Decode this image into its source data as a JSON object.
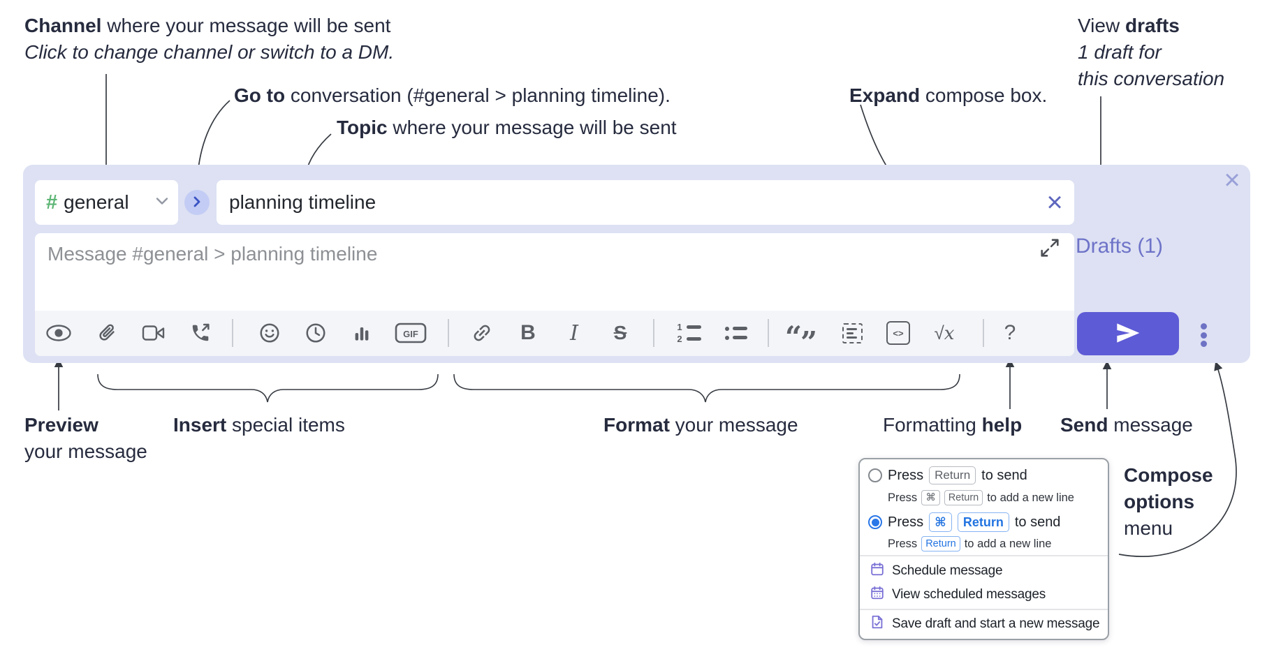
{
  "annotations": {
    "channel_line1_bold": "Channel",
    "channel_line1_rest": " where your message will be sent",
    "channel_line2": "Click to change channel or switch to a DM.",
    "goto_bold": "Go to",
    "goto_rest": " conversation (#general > planning timeline).",
    "topic_bold": "Topic",
    "topic_rest": " where your message will be sent",
    "expand_bold": "Expand",
    "expand_rest": " compose box.",
    "drafts_line1_pre": "View ",
    "drafts_line1_bold": "drafts",
    "drafts_line2": "1 draft for",
    "drafts_line3": "this conversation",
    "preview_bold": "Preview",
    "preview_line2": "your message",
    "insert_bold": "Insert",
    "insert_rest": " special items",
    "format_bold": "Format",
    "format_rest": " your message",
    "formatting_pre": "Formatting ",
    "formatting_bold": "help",
    "send_bold": "Send",
    "send_rest": " message",
    "compose_options_line1": "Compose",
    "compose_options_line2": "options",
    "compose_options_line3": "menu"
  },
  "compose": {
    "channel": {
      "hash": "#",
      "name": "general"
    },
    "topic_value": "planning timeline",
    "message_placeholder": "Message #general > planning timeline",
    "drafts_link": "Drafts (1)",
    "close_x": "×",
    "clear_x": "×"
  },
  "toolbar": {
    "bold_label": "B",
    "italic_label": "I",
    "strike_label": "S",
    "gif_label": "GIF",
    "code_label": "<>",
    "math_sqrt": "√",
    "math_x": "x",
    "help_label": "?",
    "ol_1": "1",
    "ol_2": "2",
    "quote_open": "“",
    "quote_close": "”",
    "icons": [
      "preview-eye",
      "attach-paperclip",
      "video-call-camera",
      "voice-call-phone",
      "emoji-smiley",
      "time-clock",
      "poll-bar-chart",
      "gif",
      "link",
      "bold",
      "italic",
      "strikethrough",
      "numbered-list",
      "bulleted-list",
      "quote",
      "spoiler",
      "code",
      "math",
      "help"
    ]
  },
  "send_menu": {
    "options": [
      {
        "pre": "Press",
        "key1": "Return",
        "post": "to send",
        "sub_pre": "Press",
        "sub_key1": "⌘",
        "sub_key2": "Return",
        "sub_post": "to add a new line"
      },
      {
        "pre": "Press",
        "key1": "⌘",
        "key2": "Return",
        "post": "to send",
        "sub_pre": "Press",
        "sub_key1": "Return",
        "sub_post": "to add a new line"
      }
    ],
    "items": [
      "Schedule message",
      "View scheduled messages",
      "Save draft and start a new message"
    ]
  },
  "colors": {
    "accent_send": "#5e5bd6",
    "compose_bg": "#dde1f3",
    "link_purple": "#6e73c8",
    "key_blue": "#2374e1",
    "hash_green": "#5cb574",
    "menu_icon_purple": "#7a71d6",
    "annotation_text": "#262b3e"
  }
}
